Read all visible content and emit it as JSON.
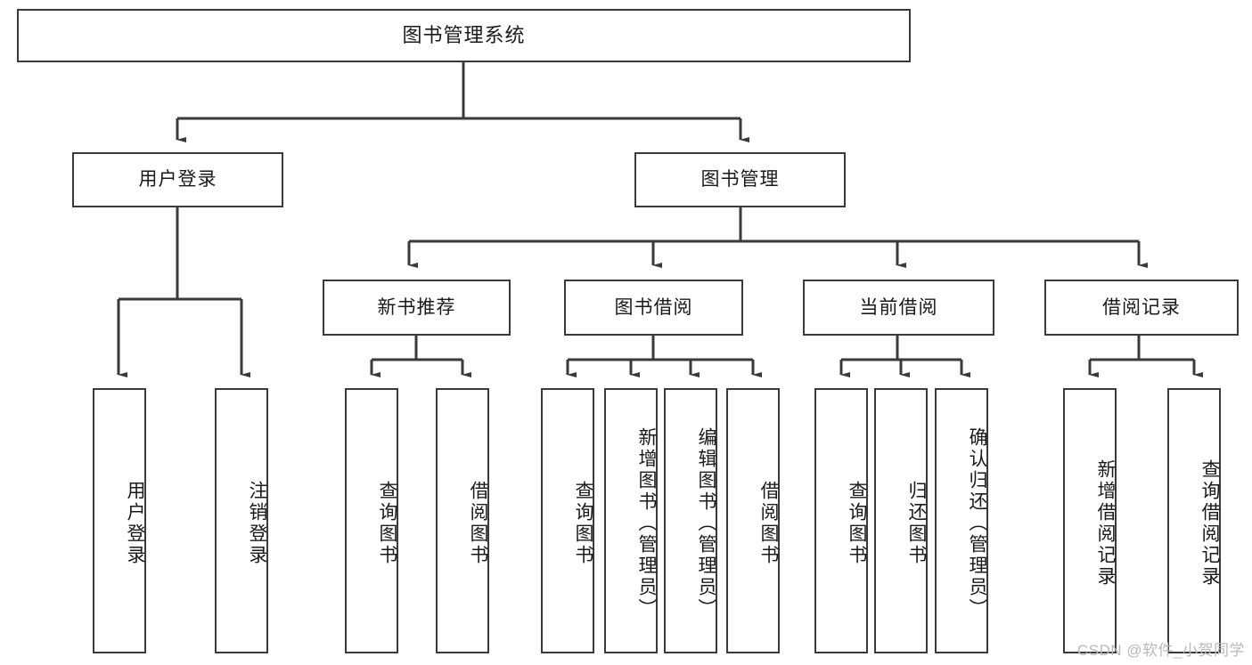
{
  "diagram": {
    "title": "图书管理系统",
    "type": "hierarchy-tree",
    "stroke_color": "#3a3a3a",
    "background_color": "#ffffff",
    "text_color": "#1a1a1a"
  },
  "nodes": {
    "root": {
      "label": "图书管理系统"
    },
    "level1": [
      {
        "label": "用户登录"
      },
      {
        "label": "图书管理"
      }
    ],
    "level2": [
      {
        "label": "新书推荐"
      },
      {
        "label": "图书借阅"
      },
      {
        "label": "当前借阅"
      },
      {
        "label": "借阅记录"
      }
    ],
    "leaves": {
      "user_login": [
        {
          "label": "用户登录"
        },
        {
          "label": "注销登录"
        }
      ],
      "new_book_recommend": [
        {
          "label": "查询图书"
        },
        {
          "label": "借阅图书"
        }
      ],
      "book_borrow": [
        {
          "label": "查询图书"
        },
        {
          "label": "新增图书（管理员）"
        },
        {
          "label": "编辑图书（管理员）"
        },
        {
          "label": "借阅图书"
        }
      ],
      "current_borrow": [
        {
          "label": "查询图书"
        },
        {
          "label": "归还图书"
        },
        {
          "label": "确认归还（管理员）"
        }
      ],
      "borrow_record": [
        {
          "label": "新增借阅记录"
        },
        {
          "label": "查询借阅记录"
        }
      ]
    }
  },
  "watermark": {
    "text": "CSDN @软件_小贺同学"
  }
}
